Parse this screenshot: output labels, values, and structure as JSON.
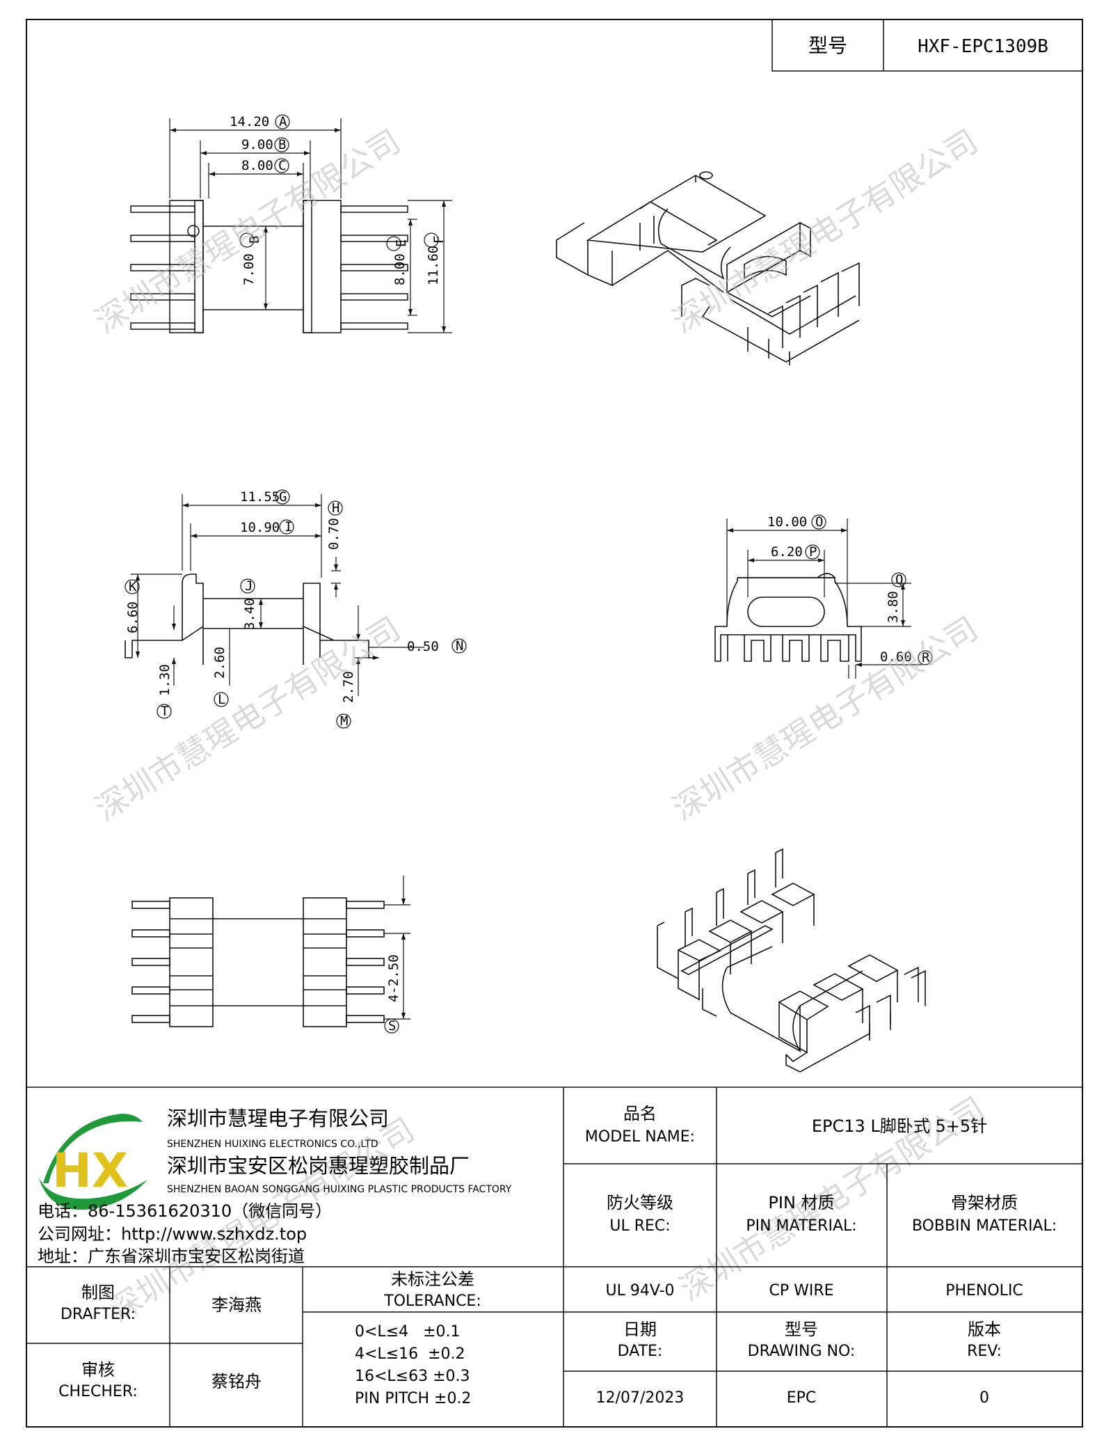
{
  "header": {
    "model_label": "型号",
    "model_value": "HXF-EPC1309B"
  },
  "dimensions": {
    "a": "14.20",
    "b": "9.00",
    "c": "8.00",
    "b_vert": "7.00",
    "e": "8.00",
    "f": "11.60",
    "g": "11.55",
    "i": "10.90",
    "h": "0.70",
    "k": "6.60",
    "j": "3.40",
    "n": "0.50",
    "t": "1.30",
    "l": "2.60",
    "m": "2.70",
    "o": "10.00",
    "p": "6.20",
    "q": "3.80",
    "r": "0.60",
    "s": "4-2.50"
  },
  "markers": {
    "a": "A",
    "b": "B",
    "c": "C",
    "e": "E",
    "f": "F",
    "g": "G",
    "h": "H",
    "i": "I",
    "j": "J",
    "k": "K",
    "l": "L",
    "m": "M",
    "n": "N",
    "o": "O",
    "p": "P",
    "q": "Q",
    "r": "R",
    "s": "S",
    "t": "T"
  },
  "watermark": "深圳市慧瑆电子有限公司",
  "company": {
    "logo_letters": "HX",
    "name_cn": "深圳市慧瑆电子有限公司",
    "name_en": "SHENZHEN HUIXING ELECTRONICS CO.,LTD",
    "factory_cn": "深圳市宝安区松岗惠瑆塑胶制品厂",
    "factory_en": "SHENZHEN BAOAN SONGGANG HUIXING PLASTIC PRODUCTS FACTORY",
    "phone": "电话：86-15361620310（微信同号）",
    "website": "公司网址：http://www.szhxdz.top",
    "address": "地址：广东省深圳市宝安区松岗街道"
  },
  "title_block": {
    "model_name_cn": "品名",
    "model_name_en": "MODEL NAME:",
    "model_name_value": "EPC13 L脚卧式 5+5针",
    "ul_cn": "防火等级",
    "ul_en": "UL REC:",
    "pin_cn": "PIN 材质",
    "pin_en": "PIN MATERIAL:",
    "bobbin_cn": "骨架材质",
    "bobbin_en": "BOBBIN MATERIAL:",
    "ul_value": "UL 94V-0",
    "pin_value": "CP WIRE",
    "bobbin_value": "PHENOLIC",
    "drafter_cn": "制图",
    "drafter_en": "DRAFTER:",
    "drafter_value": "李海燕",
    "checker_cn": "审核",
    "checker_en": "CHECHER:",
    "checker_value": "蔡铭舟",
    "tolerance_cn": "未标注公差",
    "tolerance_en": "TOLERANCE:",
    "tolerance_lines": [
      "0<L≤4   ±0.1",
      "4<L≤16  ±0.2",
      "16<L≤63 ±0.3",
      "PIN PITCH ±0.2"
    ],
    "date_cn": "日期",
    "date_en": "DATE:",
    "date_value": "12/07/2023",
    "drawing_cn": "型号",
    "drawing_en": "DRAWING NO:",
    "drawing_value": "EPC",
    "rev_cn": "版本",
    "rev_en": "REV:",
    "rev_value": "0"
  },
  "colors": {
    "logo_green": "#1f9a3a",
    "logo_yellow": "#e0c21a",
    "logo_lightgreen": "#7cc242",
    "line": "#111111",
    "watermark": "#bdbdbd"
  }
}
